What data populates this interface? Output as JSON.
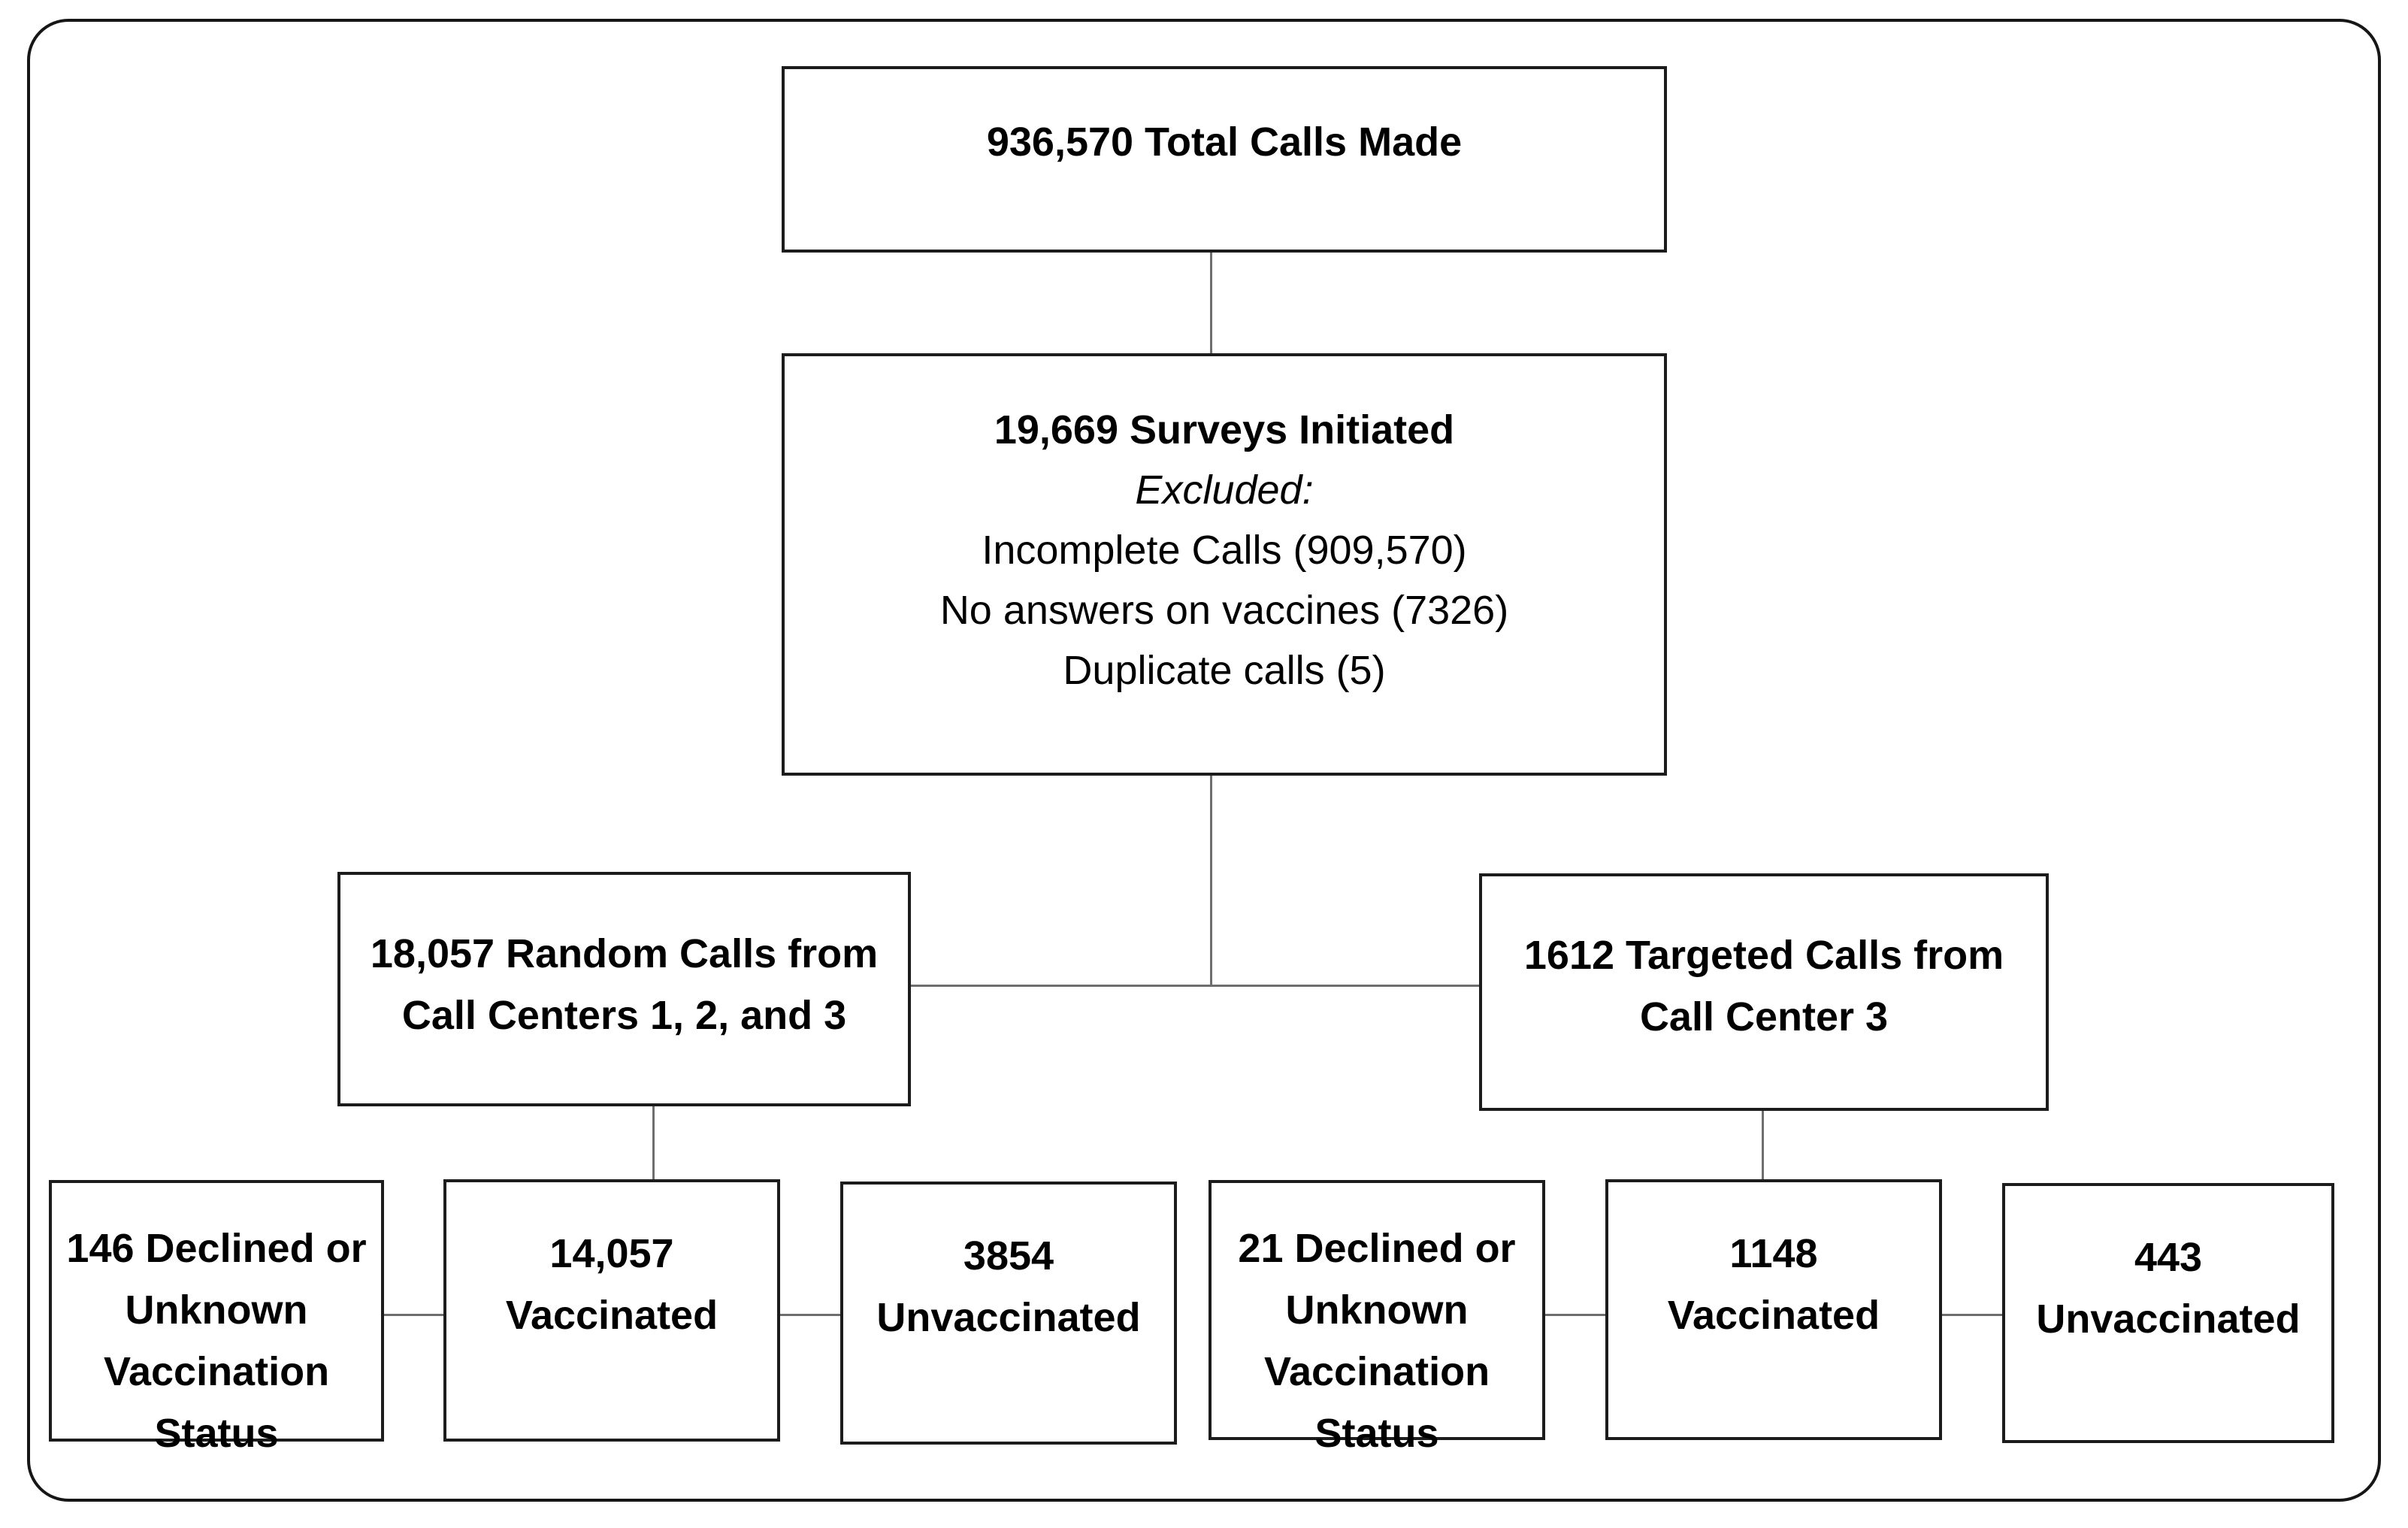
{
  "figure": {
    "type": "flowchart",
    "background_color": "#ffffff",
    "box_border_color": "#1c1c1c",
    "connector_color": "#6e6e6e",
    "text_color": "#000000"
  },
  "nodes": {
    "total_calls": {
      "lines": [
        "936,570 Total Calls Made"
      ]
    },
    "surveys_initiated": {
      "title": "19,669 Surveys Initiated",
      "excluded_heading": "Excluded:",
      "exclusions": [
        "Incomplete Calls (909,570)",
        "No answers on vaccines (7326)",
        "Duplicate calls (5)"
      ]
    },
    "random_calls": {
      "lines": [
        "18,057 Random Calls from",
        "Call Centers 1, 2, and 3"
      ]
    },
    "targeted_calls": {
      "lines": [
        "1612 Targeted Calls from",
        "Call Center 3"
      ]
    },
    "random_declined": {
      "lines": [
        "146 Declined or",
        "Unknown",
        "Vaccination",
        "Status"
      ]
    },
    "random_vaccinated": {
      "lines": [
        "14,057",
        "Vaccinated"
      ]
    },
    "random_unvaccinated": {
      "lines": [
        "3854",
        "Unvaccinated"
      ]
    },
    "targeted_declined": {
      "lines": [
        "21 Declined or",
        "Unknown",
        "Vaccination",
        "Status"
      ]
    },
    "targeted_vaccinated": {
      "lines": [
        "1148",
        "Vaccinated"
      ]
    },
    "targeted_unvaccinated": {
      "lines": [
        "443",
        "Unvaccinated"
      ]
    }
  }
}
